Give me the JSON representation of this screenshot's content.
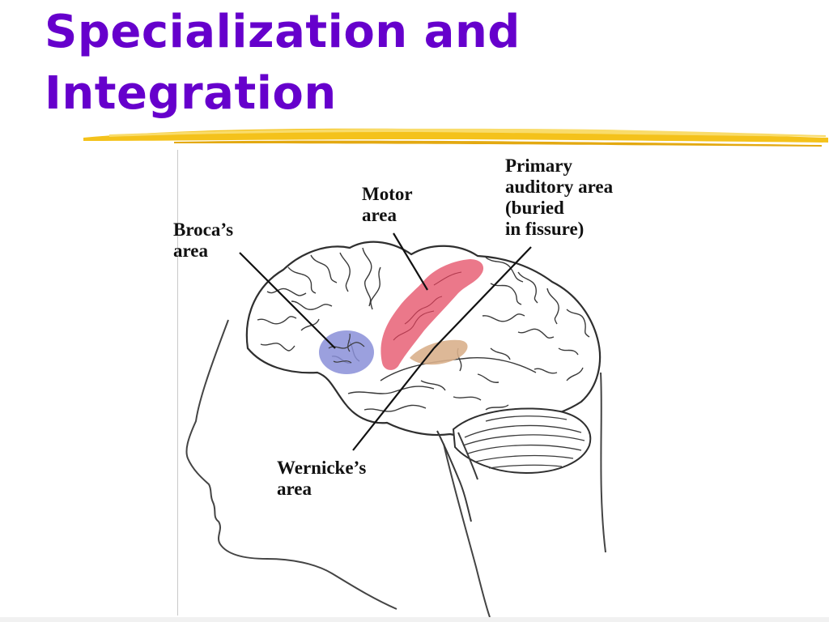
{
  "slide": {
    "title_line1": "Specialization and",
    "title_line2": "Integration",
    "title_color": "#6600CC",
    "divider_color": "#F4C21B"
  },
  "diagram": {
    "labels": {
      "broca": [
        "Broca’s",
        "area"
      ],
      "motor": [
        "Motor",
        "area"
      ],
      "auditory": [
        "Primary",
        "auditory area",
        "(buried",
        "in fissure)"
      ],
      "wernicke": [
        "Wernicke’s",
        "area"
      ]
    },
    "colors": {
      "broca_area": "#8A8FD8",
      "motor_area": "#E8657A",
      "auditory_area": "#D9B08C",
      "outline": "#3a3a3a"
    }
  }
}
